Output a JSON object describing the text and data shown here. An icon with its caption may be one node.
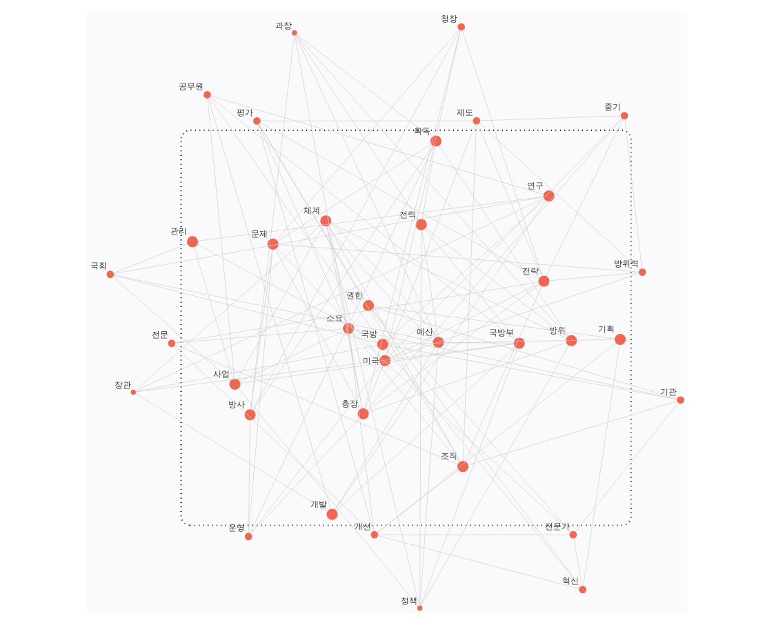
{
  "diagram": {
    "nodes": [
      {
        "text": [],
        "shape": "ellipse"
      },
      {
        "text": [],
        "shape": "circle",
        "beside": [
          "과장"
        ]
      },
      {
        "text": [],
        "shape": "circle",
        "beside": [
          "정책"
        ]
      },
      {
        "text": [],
        "shape": "circle",
        "beside": [
          "장관"
        ]
      },
      {
        "text": [],
        "shape": "circle",
        "beside": [
          "공무원"
        ]
      },
      {
        "text": [],
        "shape": "circle",
        "beside": [
          "획득"
        ],
        "in": 0
      },
      {
        "text": [],
        "shape": "circle",
        "beside": [
          "전력"
        ],
        "in": 0
      },
      {
        "text": [],
        "shape": "circle",
        "beside": [
          "국방부"
        ],
        "in": 0
      },
      {
        "text": [],
        "shape": "circle",
        "beside": [
          "개발"
        ],
        "in": 0
      },
      {
        "text": [],
        "shape": "circle",
        "beside": [
          "예산"
        ],
        "in": 0
      },
      {
        "text": [],
        "shape": "circle",
        "beside": [
          "방사"
        ],
        "in": 0
      },
      {
        "text": [],
        "shape": "circle",
        "beside": [
          "방위"
        ],
        "in": 0
      },
      {
        "text": [],
        "shape": "circle",
        "beside": [
          "국회"
        ]
      },
      {
        "text": [],
        "shape": "circle",
        "beside": [
          "문제"
        ],
        "in": 0
      },
      {
        "text": [],
        "shape": "circle",
        "beside": [
          "연구"
        ],
        "in": 0
      },
      {
        "text": [],
        "shape": "circle",
        "beside": [
          "운영"
        ]
      },
      {
        "text": [],
        "shape": "circle",
        "beside": [
          "사업"
        ],
        "in": 0
      },
      {
        "text": [],
        "shape": "circle",
        "beside": [
          "체계"
        ],
        "in": 0
      },
      {
        "text": [],
        "shape": "circle",
        "beside": [
          "총장"
        ],
        "in": 0
      },
      {
        "text": [],
        "shape": "circle",
        "beside": [
          "관리"
        ],
        "in": 0
      },
      {
        "text": [],
        "shape": "circle",
        "beside": [
          "미국"
        ],
        "in": 0
      },
      {
        "text": [],
        "shape": "circle",
        "beside": [
          "국방"
        ],
        "in": 0
      },
      {
        "text": [],
        "shape": "circle",
        "beside": [
          "소요"
        ],
        "in": 0
      },
      {
        "text": [],
        "shape": "circle",
        "beside": [
          "전략"
        ],
        "in": 0
      },
      {
        "text": [],
        "shape": "circle",
        "beside": [
          "청장"
        ]
      },
      {
        "text": [],
        "shape": "circle",
        "beside": [
          "기획"
        ],
        "in": 0
      },
      {
        "text": [],
        "shape": "circle",
        "beside": [
          "조직"
        ],
        "in": 0
      },
      {
        "text": [],
        "shape": "circle",
        "beside": [
          "권한"
        ],
        "in": 0
      },
      {
        "text": [],
        "shape": "circle",
        "beside": [
          "중기"
        ]
      },
      {
        "text": [],
        "shape": "circle",
        "beside": [
          "기관"
        ]
      },
      {
        "text": [],
        "shape": "circle",
        "beside": [
          "전문"
        ]
      },
      {
        "text": [],
        "shape": "circle",
        "beside": [
          "방위력"
        ]
      },
      {
        "text": [],
        "shape": "circle",
        "beside": [
          "혁신"
        ]
      },
      {
        "text": [],
        "shape": "circle",
        "beside": [
          "제도"
        ]
      },
      {
        "text": [],
        "shape": "circle",
        "beside": [
          "전문가"
        ]
      },
      {
        "text": [],
        "shape": "circle",
        "beside": [
          "개선"
        ]
      },
      {
        "text": [],
        "shape": "circle",
        "beside": [
          "평가"
        ]
      }
    ],
    "edges": [
      {
        "from": 1,
        "to": 6,
        "arrow": "none"
      },
      {
        "from": 1,
        "to": 5,
        "arrow": "none"
      },
      {
        "from": 1,
        "to": 11,
        "arrow": "none"
      },
      {
        "from": 1,
        "to": 9,
        "arrow": "none"
      },
      {
        "from": 1,
        "to": 10,
        "arrow": "none"
      },
      {
        "from": 1,
        "to": 18,
        "arrow": "none"
      },
      {
        "from": 2,
        "to": 7,
        "arrow": "none"
      },
      {
        "from": 2,
        "to": 6,
        "arrow": "none"
      },
      {
        "from": 2,
        "to": 9,
        "arrow": "none"
      },
      {
        "from": 2,
        "to": 17,
        "arrow": "none"
      },
      {
        "from": 2,
        "to": 11,
        "arrow": "none"
      },
      {
        "from": 2,
        "to": 16,
        "arrow": "none"
      },
      {
        "from": 3,
        "to": 7,
        "arrow": "none"
      },
      {
        "from": 3,
        "to": 14,
        "arrow": "none"
      },
      {
        "from": 3,
        "to": 8,
        "arrow": "none"
      },
      {
        "from": 3,
        "to": 21,
        "arrow": "none"
      },
      {
        "from": 3,
        "to": 17,
        "arrow": "none"
      },
      {
        "from": 4,
        "to": 14,
        "arrow": "none"
      },
      {
        "from": 4,
        "to": 8,
        "arrow": "none"
      },
      {
        "from": 4,
        "to": 7,
        "arrow": "none"
      },
      {
        "from": 4,
        "to": 16,
        "arrow": "none"
      },
      {
        "from": 4,
        "to": 21,
        "arrow": "none"
      },
      {
        "from": 12,
        "to": 14,
        "arrow": "none"
      },
      {
        "from": 12,
        "to": 21,
        "arrow": "none"
      },
      {
        "from": 12,
        "to": 19,
        "arrow": "none"
      },
      {
        "from": 12,
        "to": 16,
        "arrow": "none"
      },
      {
        "from": 12,
        "to": 9,
        "arrow": "none"
      },
      {
        "from": 15,
        "to": 10,
        "arrow": "none"
      },
      {
        "from": 15,
        "to": 13,
        "arrow": "none"
      },
      {
        "from": 15,
        "to": 20,
        "arrow": "none"
      },
      {
        "from": 15,
        "to": 18,
        "arrow": "none"
      },
      {
        "from": 15,
        "to": 5,
        "arrow": "none"
      },
      {
        "from": 24,
        "to": 20,
        "arrow": "none"
      },
      {
        "from": 24,
        "to": 23,
        "arrow": "none"
      },
      {
        "from": 24,
        "to": 18,
        "arrow": "none"
      },
      {
        "from": 24,
        "to": 13,
        "arrow": "none"
      },
      {
        "from": 24,
        "to": 10,
        "arrow": "none"
      },
      {
        "from": 28,
        "to": 20,
        "arrow": "none"
      },
      {
        "from": 28,
        "to": 23,
        "arrow": "none"
      },
      {
        "from": 28,
        "to": 31,
        "arrow": "none"
      },
      {
        "from": 28,
        "to": 33,
        "arrow": "none"
      },
      {
        "from": 28,
        "to": 18,
        "arrow": "none"
      },
      {
        "from": 29,
        "to": 27,
        "arrow": "none"
      },
      {
        "from": 29,
        "to": 22,
        "arrow": "none"
      },
      {
        "from": 29,
        "to": 26,
        "arrow": "none"
      },
      {
        "from": 29,
        "to": 34,
        "arrow": "none"
      },
      {
        "from": 29,
        "to": 21,
        "arrow": "none"
      },
      {
        "from": 30,
        "to": 26,
        "arrow": "none"
      },
      {
        "from": 30,
        "to": 22,
        "arrow": "none"
      },
      {
        "from": 30,
        "to": 23,
        "arrow": "none"
      },
      {
        "from": 30,
        "to": 35,
        "arrow": "none"
      },
      {
        "from": 31,
        "to": 20,
        "arrow": "none"
      },
      {
        "from": 31,
        "to": 23,
        "arrow": "none"
      },
      {
        "from": 31,
        "to": 33,
        "arrow": "none"
      },
      {
        "from": 31,
        "to": 13,
        "arrow": "none"
      },
      {
        "from": 32,
        "to": 21,
        "arrow": "none"
      },
      {
        "from": 32,
        "to": 25,
        "arrow": "none"
      },
      {
        "from": 32,
        "to": 27,
        "arrow": "none"
      },
      {
        "from": 32,
        "to": 34,
        "arrow": "none"
      },
      {
        "from": 32,
        "to": 35,
        "arrow": "none"
      },
      {
        "from": 33,
        "to": 23,
        "arrow": "none"
      },
      {
        "from": 33,
        "to": 26,
        "arrow": "none"
      },
      {
        "from": 33,
        "to": 36,
        "arrow": "none"
      },
      {
        "from": 33,
        "to": 20,
        "arrow": "none"
      },
      {
        "from": 34,
        "to": 27,
        "arrow": "none"
      },
      {
        "from": 34,
        "to": 22,
        "arrow": "none"
      },
      {
        "from": 34,
        "to": 35,
        "arrow": "none"
      },
      {
        "from": 35,
        "to": 26,
        "arrow": "none"
      },
      {
        "from": 35,
        "to": 22,
        "arrow": "none"
      },
      {
        "from": 35,
        "to": 36,
        "arrow": "none"
      },
      {
        "from": 35,
        "to": 25,
        "arrow": "none"
      },
      {
        "from": 36,
        "to": 26,
        "arrow": "none"
      },
      {
        "from": 36,
        "to": 23,
        "arrow": "none"
      },
      {
        "from": 36,
        "to": 22,
        "arrow": "none"
      },
      {
        "from": 36,
        "to": 27,
        "arrow": "none"
      },
      {
        "from": 7,
        "to": 6,
        "arrow": "none"
      },
      {
        "from": 7,
        "to": 8,
        "arrow": "none"
      },
      {
        "from": 7,
        "to": 9,
        "arrow": "none"
      },
      {
        "from": 6,
        "to": 5,
        "arrow": "none"
      },
      {
        "from": 6,
        "to": 9,
        "arrow": "none"
      },
      {
        "from": 6,
        "to": 11,
        "arrow": "none"
      },
      {
        "from": 5,
        "to": 10,
        "arrow": "none"
      },
      {
        "from": 5,
        "to": 11,
        "arrow": "none"
      },
      {
        "from": 5,
        "to": 13,
        "arrow": "none"
      },
      {
        "from": 10,
        "to": 13,
        "arrow": "none"
      },
      {
        "from": 8,
        "to": 14,
        "arrow": "none"
      },
      {
        "from": 8,
        "to": 9,
        "arrow": "none"
      },
      {
        "from": 9,
        "to": 17,
        "arrow": "none"
      },
      {
        "from": 11,
        "to": 17,
        "arrow": "none"
      },
      {
        "from": 11,
        "to": 18,
        "arrow": "none"
      },
      {
        "from": 13,
        "to": 18,
        "arrow": "none"
      },
      {
        "from": 13,
        "to": 20,
        "arrow": "none"
      },
      {
        "from": 14,
        "to": 21,
        "arrow": "none"
      },
      {
        "from": 14,
        "to": 19,
        "arrow": "none"
      },
      {
        "from": 16,
        "to": 17,
        "arrow": "none"
      },
      {
        "from": 16,
        "to": 19,
        "arrow": "none"
      },
      {
        "from": 16,
        "to": 22,
        "arrow": "none"
      },
      {
        "from": 17,
        "to": 18,
        "arrow": "none"
      },
      {
        "from": 17,
        "to": 26,
        "arrow": "none"
      },
      {
        "from": 18,
        "to": 20,
        "arrow": "none"
      },
      {
        "from": 18,
        "to": 23,
        "arrow": "none"
      },
      {
        "from": 19,
        "to": 21,
        "arrow": "none"
      },
      {
        "from": 21,
        "to": 25,
        "arrow": "none"
      },
      {
        "from": 25,
        "to": 27,
        "arrow": "none"
      },
      {
        "from": 27,
        "to": 22,
        "arrow": "none"
      },
      {
        "from": 22,
        "to": 26,
        "arrow": "none"
      },
      {
        "from": 26,
        "to": 23,
        "arrow": "none"
      },
      {
        "from": 23,
        "to": 20,
        "arrow": "none"
      },
      {
        "from": 16,
        "to": 7,
        "arrow": "none"
      },
      {
        "from": 17,
        "to": 9,
        "arrow": "none"
      }
    ]
  }
}
